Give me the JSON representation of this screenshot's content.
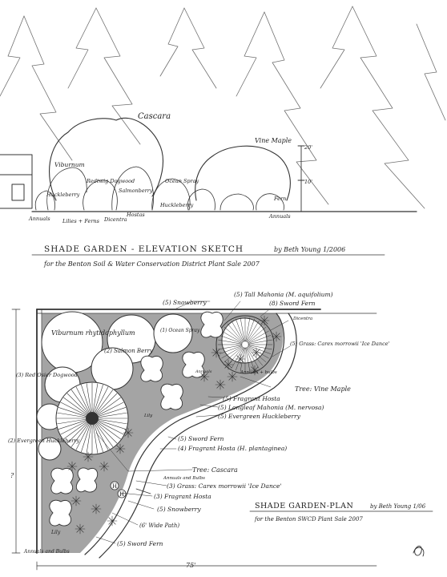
{
  "elevation": {
    "title": "SHADE GARDEN - ELEVATION SKETCH",
    "author": "by Beth Young 1/2006",
    "subtitle": "for the Benton Soil & Water Conservation District Plant Sale 2007",
    "labels": {
      "cascara": "Cascara",
      "vine_maple": "Vine Maple",
      "viburnum": "Viburnum",
      "redtwig_dogwood": "Redtwig Dogwood",
      "huckleberry": "Huckleberry",
      "salmonberry": "Salmonberry",
      "oceanspray": "Ocean Spray",
      "huckleberry2": "Huckleberry",
      "fern": "Fern",
      "annuals_left": "Annuals",
      "lilies_fern": "Lilies + Ferns",
      "dicentra": "Dicentra",
      "hostas": "Hostas",
      "annuals_right": "Annuals",
      "height_20": "20'",
      "height_10": "10'"
    }
  },
  "plan": {
    "title": "SHADE GARDEN-PLAN",
    "author": "by Beth Young 1/06",
    "subtitle": "for the Benton SWCD Plant Sale 2007",
    "width_label": "75'",
    "depth_label": "?",
    "labels": {
      "snowberry_top": "(5) Snowberry",
      "tall_mahonia": "(5) Tall Mahonia (M. aquifolium)",
      "sword_fern_top": "(8) Sword Fern",
      "dicentra": "Dicentra",
      "viburnum": "Viburnum rhytidophyllum",
      "ocean_spray": "(1) Ocean Spray",
      "salmonberry": "(2) Salmon Berry",
      "redtwig": "(3) Red Osier Dogwood",
      "grass": "(5) Grass: Carex morrowii 'Ice Dance'",
      "annuals_bulbs": "Annuals + bulbs",
      "vine_maple_tree": "Tree: Vine Maple",
      "fragrant_hosta_top": "(5) Fragrant Hosta",
      "longleaf_mahonia": "(5) Longleaf Mahonia (M. nervosa)",
      "evergreen_huck_right": "(5) Evergreen Huckleberry",
      "evergreen_huck_left": "(2) Evergreen Huckleberry",
      "sword_fern_mid": "(5) Sword Fern",
      "fragrant_hosta_mid": "(4) Fragrant Hosta (H. plantaginea)",
      "cascara_tree": "Tree: Cascara",
      "annuals_bulbs2": "Annuals and Bulbs",
      "grass2": "(3) Grass: Carex morrowii 'Ice Dance'",
      "fragrant_hosta_low": "(3) Fragrant Hosta",
      "snowberry_low": "(5) Snowberry",
      "wide_path": "(6' Wide Path)",
      "sword_fern_low": "(5) Sword Fern",
      "lily": "Lily",
      "annuals_bulbs3": "Annuals and Bulbs",
      "lily_circle": "Lily",
      "hosta_letter": "H",
      "annuals_circle": "Annuals"
    }
  }
}
